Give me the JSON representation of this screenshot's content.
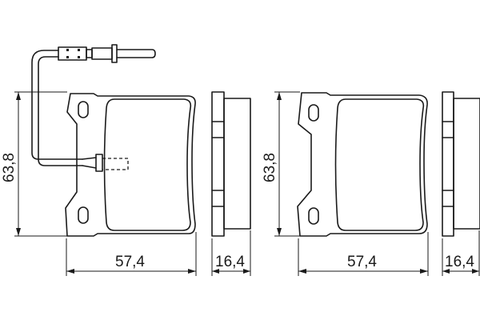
{
  "diagram": {
    "type": "technical-drawing",
    "subject": "brake pad set",
    "colors": {
      "line": "#1a1a1a",
      "background": "#ffffff"
    },
    "pads": [
      {
        "name": "pad-with-wear-sensor",
        "dimensions": {
          "height": "63,8",
          "width": "57,4",
          "thickness": "16,4"
        },
        "has_wear_sensor": true
      },
      {
        "name": "pad-without-sensor",
        "dimensions": {
          "height": "63,8",
          "width": "57,4",
          "thickness": "16,4"
        },
        "has_wear_sensor": false
      }
    ]
  }
}
